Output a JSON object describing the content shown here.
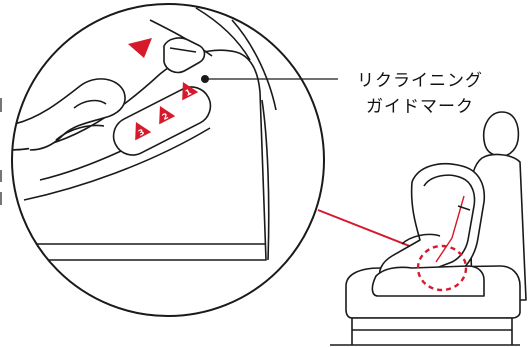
{
  "callout": {
    "line1": "リクライニング",
    "line2": "ガイドマーク"
  },
  "guide_marks": [
    "1",
    "2",
    "3"
  ],
  "colors": {
    "accent_red": "#d7192c",
    "stroke": "#1a1a1a",
    "fill": "#ffffff"
  }
}
